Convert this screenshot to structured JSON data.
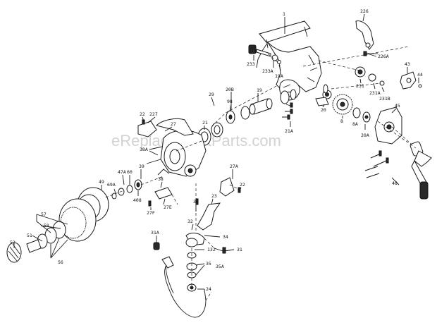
{
  "watermark": "eReplacementParts.com",
  "labels": {
    "p1": "1",
    "p226": "226",
    "p226a": "226A",
    "p233": "233",
    "p233a": "233A",
    "p19a": "19A",
    "p43": "43",
    "p44": "44",
    "p231": "231",
    "p231a": "231A",
    "p231b": "231B",
    "p29": "29",
    "p20b": "20B",
    "p19": "19",
    "p98": "98",
    "p20": "20",
    "p8": "8",
    "p8a": "8A",
    "p45": "45",
    "p22a": "22",
    "p227": "227",
    "p21": "21",
    "p21a": "21A",
    "p20a": "20A",
    "p27": "27",
    "p38a": "38A",
    "p22b": "22",
    "p47a": "47A",
    "p60": "60",
    "p69a": "69A",
    "p49": "49",
    "p39": "39",
    "p408": "408",
    "p38": "38",
    "p27a": "27A",
    "p27e": "27E",
    "p27f": "27F",
    "p46": "46",
    "p57": "57",
    "p58": "58",
    "p51": "51",
    "p52": "52",
    "p56": "56",
    "p23": "23",
    "p36": "36",
    "p32": "32",
    "p34": "34",
    "p31a": "31A",
    "p132": "132",
    "p31": "31",
    "p35": "35",
    "p35a": "35A",
    "p24": "24"
  }
}
